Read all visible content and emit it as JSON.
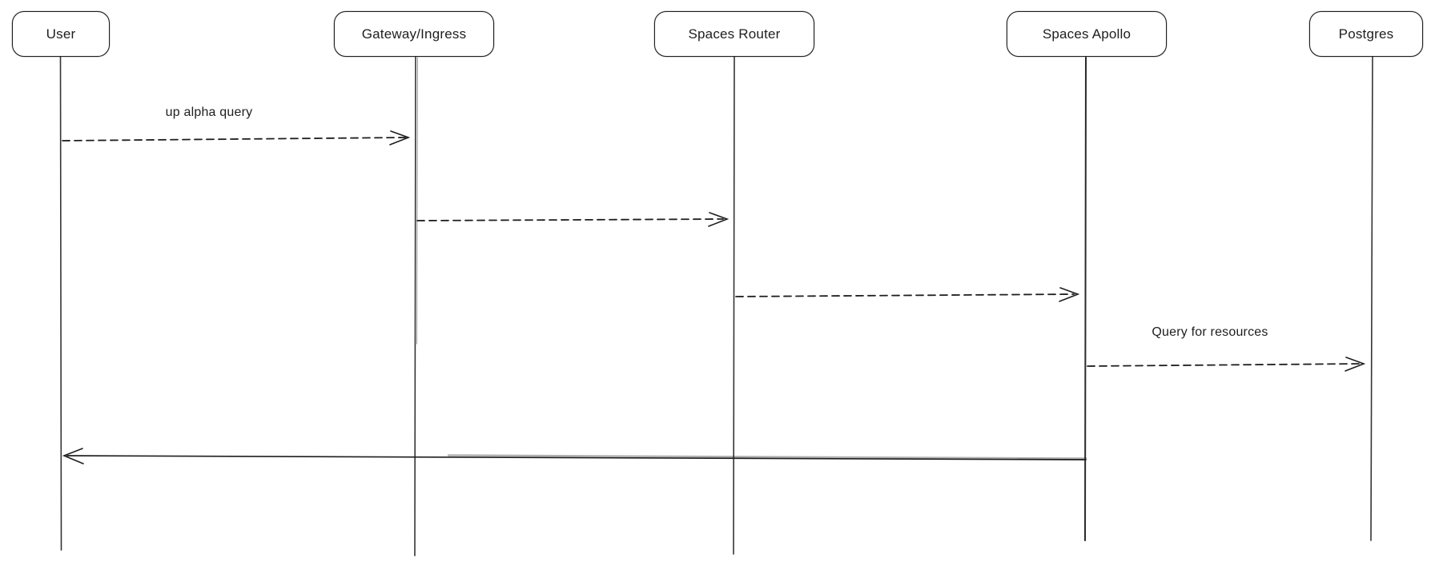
{
  "diagram": {
    "type": "sequence-diagram",
    "background_color": "#ffffff",
    "stroke_color": "#1e1e1e",
    "actors": [
      {
        "name": "User"
      },
      {
        "name": "Gateway/Ingress"
      },
      {
        "name": "Spaces Router"
      },
      {
        "name": "Spaces Apollo"
      },
      {
        "name": "Postgres"
      }
    ],
    "messages": [
      {
        "label": "up alpha query",
        "from": "User",
        "to": "Gateway/Ingress",
        "line": "dashed",
        "arrowhead": "open"
      },
      {
        "label": "",
        "from": "Gateway/Ingress",
        "to": "Spaces Router",
        "line": "dashed",
        "arrowhead": "open"
      },
      {
        "label": "",
        "from": "Spaces Router",
        "to": "Spaces Apollo",
        "line": "dashed",
        "arrowhead": "open"
      },
      {
        "label": "Query for resources",
        "from": "Spaces Apollo",
        "to": "Postgres",
        "line": "dashed",
        "arrowhead": "open"
      },
      {
        "label": "",
        "from": "Spaces Apollo",
        "to": "User",
        "line": "solid",
        "arrowhead": "open"
      }
    ]
  }
}
